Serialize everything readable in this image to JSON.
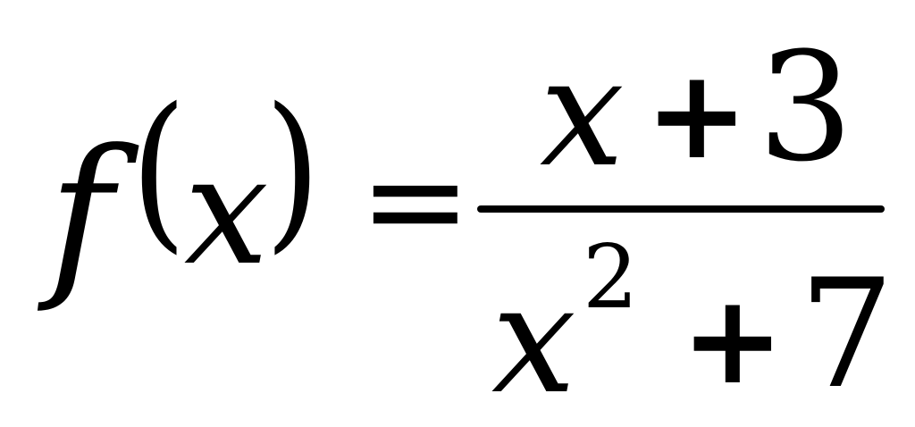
{
  "formula": {
    "lhs": {
      "function_name": "f",
      "open_paren": "(",
      "argument": "x",
      "close_paren": ")"
    },
    "equals": "=",
    "numerator": {
      "variable": "x",
      "operator": "+",
      "constant": "3"
    },
    "denominator": {
      "variable": "x",
      "exponent": "2",
      "operator": "+",
      "constant": "7"
    }
  }
}
